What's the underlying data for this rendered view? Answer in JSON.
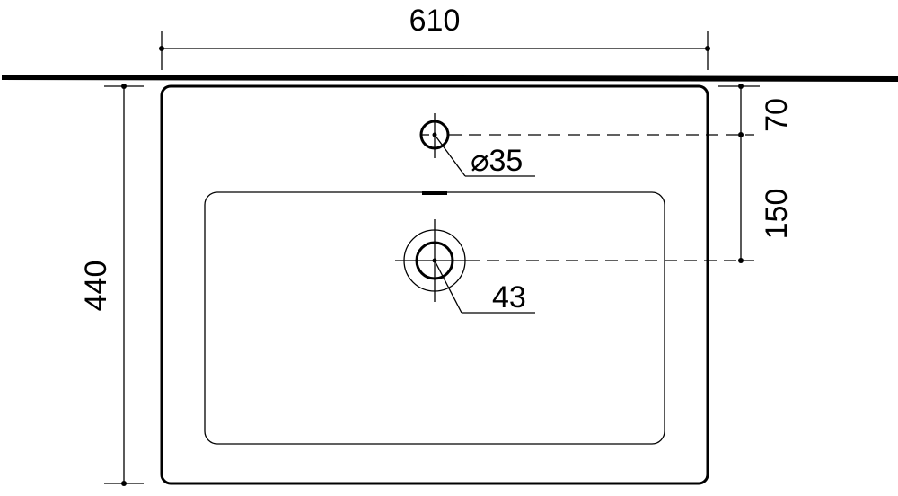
{
  "dimensions": {
    "width": "610",
    "depth": "440",
    "tap_offset": "70",
    "drain_offset": "150",
    "tap_hole": "⌀35",
    "drain": "43"
  }
}
